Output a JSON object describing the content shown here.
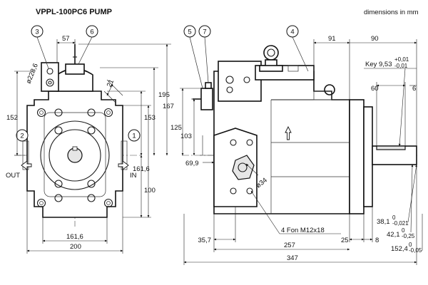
{
  "title": "VPPL-100PC6 PUMP",
  "units": "dimensions in mm",
  "callouts": {
    "c1": "1",
    "c2": "2",
    "c3": "3",
    "c4": "4",
    "c5": "5",
    "c6": "6",
    "c7": "7"
  },
  "front_view": {
    "d57": "57",
    "d228": "ø228,6",
    "d21": "21",
    "d152": "152",
    "d153": "153",
    "d167": "167",
    "d195": "195",
    "d161_6_v": "161,6",
    "d100": "100",
    "d161_6_h": "161,6",
    "d200": "200",
    "out": "OUT",
    "in": "IN"
  },
  "side_view": {
    "d91": "91",
    "d90": "90",
    "key_label": "Key 9,53",
    "key_tol_up": "+0,01",
    "key_tol_dn": "-0,01",
    "d60": "60",
    "d6": "6",
    "d125": "125",
    "d103": "103",
    "d69_9": "69,9",
    "d34": "ø34",
    "ports": "4 Fon M12x18",
    "d35_7": "35,7",
    "d25": "25",
    "d8": "8",
    "d257": "257",
    "d347": "347",
    "d38_1": "38,1",
    "d38_1_up": "0",
    "d38_1_dn": "-0,021",
    "d42_1": "42,1",
    "d42_1_up": "0",
    "d42_1_dn": "-0,25",
    "d152_4": "152,4",
    "d152_4_up": "0",
    "d152_4_dn": "-0,05"
  }
}
